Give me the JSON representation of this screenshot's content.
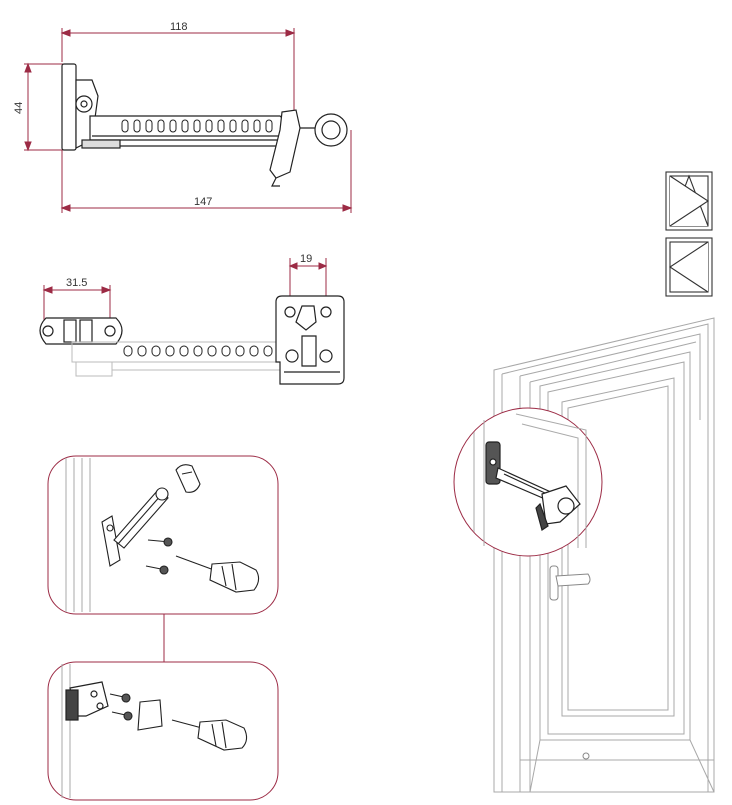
{
  "dimensions": {
    "top_width": "118",
    "top_height": "44",
    "total_length": "147",
    "offset_left": "31.5",
    "bracket_width": "19"
  },
  "colors": {
    "dimension_line": "#9c2b45",
    "drawing_line": "#222222",
    "frame_line": "#a8a8a8",
    "callout_border": "#9c2b45"
  },
  "icons": {
    "opening_type_1": "tilt-and-turn-symbol-icon",
    "opening_type_2": "turn-only-symbol-icon",
    "screwdriver": "screwdriver-icon",
    "screw": "screw-icon"
  }
}
